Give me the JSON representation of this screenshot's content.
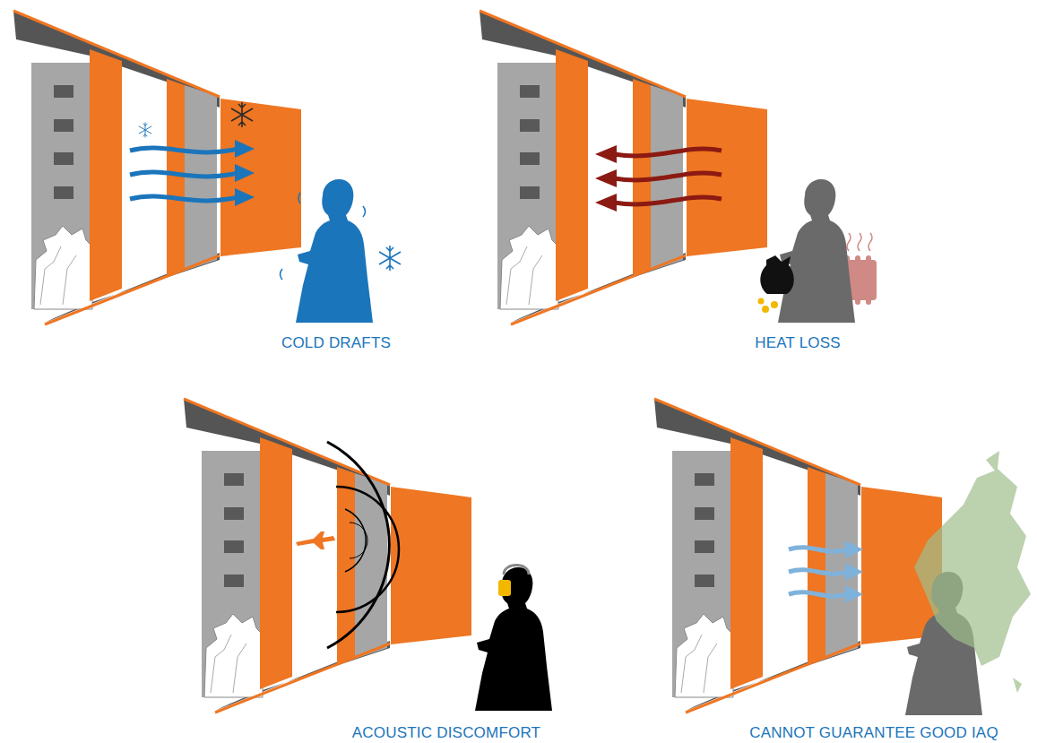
{
  "diagram": {
    "labels": [
      "COLD DRAFTS",
      "HEAT LOSS",
      "ACOUSTIC DISCOMFORT",
      "CANNOT GUARANTEE GOOD IAQ"
    ]
  }
}
